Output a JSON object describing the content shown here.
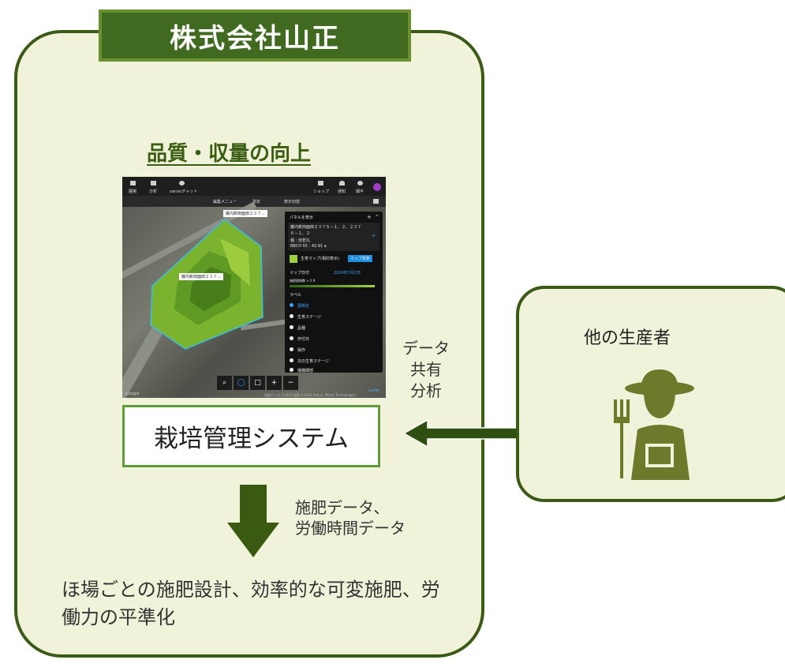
{
  "company": "株式会社山正",
  "subtitle": "品質・収量の向上",
  "system_label": "栽培管理システム",
  "share_label": "データ\n共有\n分析",
  "fertilizer_label": "施肥データ、\n労働時間データ",
  "conclusion": "ほ場ごとの施肥設計、効率的な可変施肥、労働力の平準化",
  "other_producers": "他の生産者",
  "colors": {
    "dark_green": "#3b5a16",
    "tab_green": "#3f6a1f",
    "panel_bg": "#f0f2d9",
    "arrow_green": "#3a5a12",
    "farmer_olive": "#6e7a2b"
  },
  "screenshot": {
    "nav": {
      "fields": "圃場",
      "analysis": "分析",
      "chat": "xarvioチャット",
      "shop": "ショップ",
      "notify": "通知",
      "user": "細平"
    },
    "toolbar": {
      "edit_menu": "編集メニュー",
      "measure": "測定",
      "display": "表示切替"
    },
    "field_tag": "藤内新田面田２３７...",
    "panel": {
      "header": "パネルを表示",
      "field_name": "藤内新田面田２３７５－１、２、２３７６－１、２",
      "crop": "稲 : 自若丸",
      "bbch": "BBCH 55 : 42.91 a",
      "map_type": "生育マップ(相対表示)",
      "map_button": "マップ更新",
      "map_date_label": "マップ日付",
      "map_date": "2024年7月2日",
      "range": "施肥量指数 > 2.9",
      "layers_label": "ラベル",
      "layers": [
        "圃場名",
        "生育ステージ",
        "品種",
        "作付日",
        "操作",
        "次の生育ステージ",
        "播種細部"
      ]
    },
    "attribution": "地図データ ©2024 画像 ©2024 Airbus, Maxar Technologies",
    "google": "Google",
    "leaflet": "Leaflet"
  }
}
